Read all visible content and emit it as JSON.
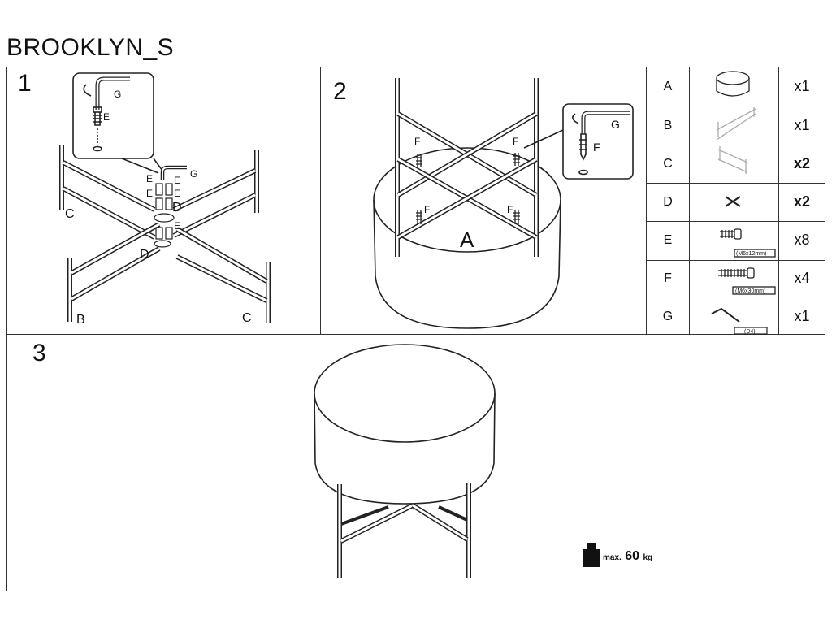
{
  "title": "BROOKLYN_S",
  "steps": {
    "s1": "1",
    "s2": "2",
    "s3": "3"
  },
  "step1_labels": {
    "g": "G",
    "e": "E",
    "c": "C",
    "d": "D",
    "b": "B"
  },
  "step2_labels": {
    "f": "F",
    "g": "G",
    "a": "A"
  },
  "parts": [
    {
      "letter": "A",
      "qty": "x1",
      "icon": "pouf-seat-icon"
    },
    {
      "letter": "B",
      "qty": "x1",
      "icon": "leg-frame-b-icon"
    },
    {
      "letter": "C",
      "qty": "x2",
      "icon": "leg-frame-c-icon"
    },
    {
      "letter": "D",
      "qty": "x2",
      "icon": "cross-connector-icon"
    },
    {
      "letter": "E",
      "qty": "x8",
      "icon": "short-bolt-icon",
      "spec": "(M6x12mm)"
    },
    {
      "letter": "F",
      "qty": "x4",
      "icon": "long-bolt-icon",
      "spec": "(M6x30mm)"
    },
    {
      "letter": "G",
      "qty": "x1",
      "icon": "allen-key-icon",
      "spec": "(D4)"
    }
  ],
  "max_load": {
    "label": "max.",
    "value": "60",
    "unit": "kg"
  }
}
